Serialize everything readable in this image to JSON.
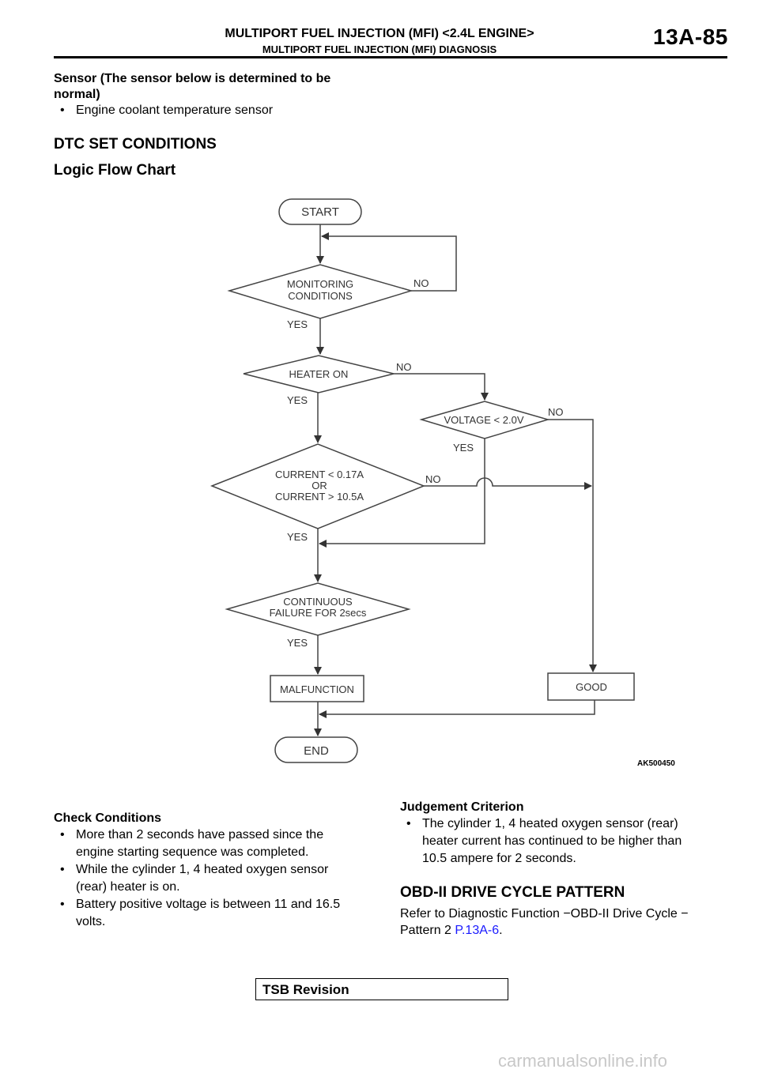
{
  "header": {
    "title": "MULTIPORT FUEL INJECTION (MFI) <2.4L ENGINE>",
    "subtitle": "MULTIPORT FUEL INJECTION (MFI) DIAGNOSIS",
    "page_number": "13A-85"
  },
  "intro": {
    "line1": "Sensor (The sensor below is determined to be",
    "line2": "normal)",
    "bullet": "Engine coolant temperature sensor"
  },
  "dtc_heading": "DTC SET CONDITIONS",
  "flow_heading": "Logic Flow Chart",
  "flowchart": {
    "start": "START",
    "monitoring_1": "MONITORING",
    "monitoring_2": "CONDITIONS",
    "heater": "HEATER ON",
    "voltage": "VOLTAGE < 2.0V",
    "current_1": "CURRENT < 0.17A",
    "current_2": "OR",
    "current_3": "CURRENT > 10.5A",
    "continuous_1": "CONTINUOUS",
    "continuous_2": "FAILURE FOR 2secs",
    "malfunction": "MALFUNCTION",
    "good": "GOOD",
    "end": "END",
    "yes": "YES",
    "no": "NO",
    "figure_id": "AK500450"
  },
  "check": {
    "title": "Check Conditions",
    "items": [
      [
        "More than 2 seconds have passed since the",
        "engine starting sequence was completed."
      ],
      [
        "While the cylinder 1, 4 heated oxygen sensor",
        "(rear) heater is on."
      ],
      [
        "Battery positive voltage is between 11 and 16.5",
        "volts."
      ]
    ]
  },
  "judgement": {
    "title": "Judgement Criterion",
    "items": [
      [
        "The cylinder 1, 4 heated oxygen sensor (rear)",
        "heater current has continued to be higher than",
        "10.5 ampere for 2 seconds."
      ]
    ]
  },
  "obd": {
    "heading": "OBD-II DRIVE CYCLE PATTERN",
    "line1": "Refer to Diagnostic Function −OBD-II Drive Cycle −",
    "line2_prefix": "Pattern 2 ",
    "link": "P.13A-6",
    "line2_suffix": "."
  },
  "footer": {
    "tsb": "TSB Revision",
    "watermark": "carmanualsonline.info"
  }
}
